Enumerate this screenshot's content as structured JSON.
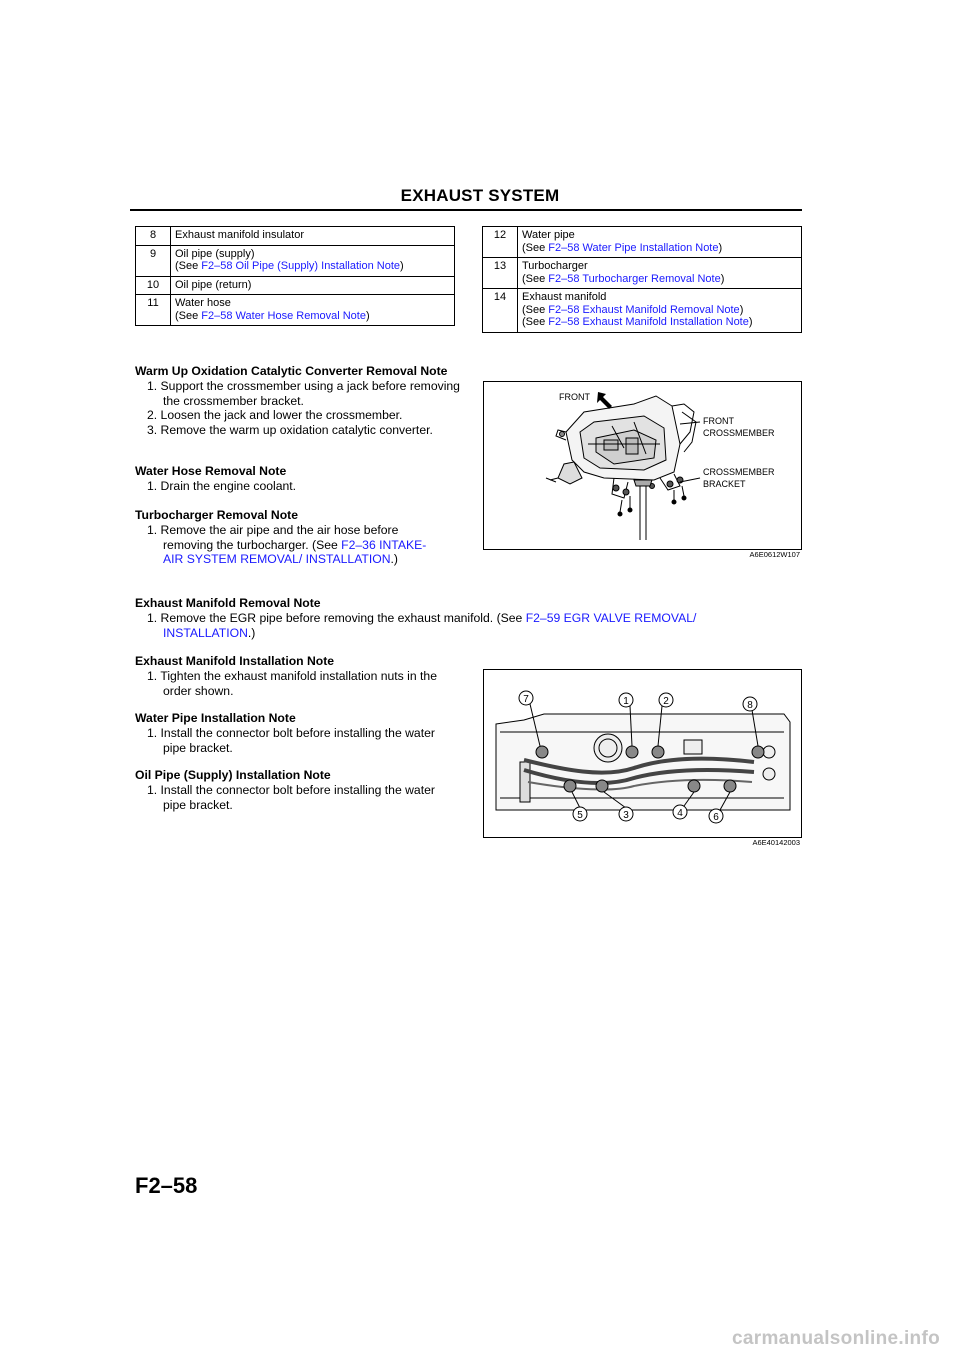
{
  "header": {
    "title": "EXHAUST SYSTEM"
  },
  "parts_left": [
    {
      "num": "8",
      "name": "Exhaust manifold insulator",
      "ref": "",
      "ref2": ""
    },
    {
      "num": "9",
      "name": "Oil pipe (supply)",
      "ref": "F2–58 Oil Pipe (Supply) Installation Note",
      "ref2": ""
    },
    {
      "num": "10",
      "name": "Oil pipe (return)",
      "ref": "",
      "ref2": ""
    },
    {
      "num": "11",
      "name": "Water hose",
      "ref": "F2–58 Water Hose Removal Note",
      "ref2": ""
    }
  ],
  "parts_right": [
    {
      "num": "12",
      "name": "Water pipe",
      "ref": "F2–58 Water Pipe Installation Note",
      "ref2": ""
    },
    {
      "num": "13",
      "name": "Turbocharger",
      "ref": "F2–58 Turbocharger Removal Note",
      "ref2": ""
    },
    {
      "num": "14",
      "name": "Exhaust manifold",
      "ref": "F2–58 Exhaust Manifold Removal Note",
      "ref2": "F2–58 Exhaust Manifold Installation Note"
    }
  ],
  "ref_prefix": "(See ",
  "ref_suffix": ")",
  "sections": {
    "catalytic": {
      "heading": "Warm Up Oxidation Catalytic Converter Removal Note",
      "steps": [
        "1. Support the crossmember using a jack before removing the crossmember bracket.",
        "2. Loosen the jack and lower the crossmember.",
        "3. Remove the warm up oxidation catalytic converter."
      ]
    },
    "water_hose": {
      "heading": "Water Hose Removal Note",
      "steps": [
        "1. Drain the engine coolant."
      ]
    },
    "turbocharger": {
      "heading": "Turbocharger Removal Note",
      "step_text": "1. Remove the air pipe and the air hose before removing the turbocharger. (See ",
      "step_link": "F2–36 INTAKE-AIR SYSTEM REMOVAL/ INSTALLATION",
      "step_end": ".)"
    },
    "manifold_removal": {
      "heading": "Exhaust Manifold Removal Note",
      "step_text": "1. Remove the EGR pipe before removing the exhaust manifold. (See ",
      "step_link": "F2–59 EGR VALVE REMOVAL/ INSTALLATION",
      "step_end": ".)"
    },
    "manifold_install": {
      "heading": "Exhaust Manifold Installation Note",
      "steps": [
        "1. Tighten the exhaust manifold installation nuts in the order shown."
      ]
    },
    "water_pipe": {
      "heading": "Water Pipe Installation Note",
      "steps": [
        "1. Install the connector bolt before installing the water pipe bracket."
      ]
    },
    "oil_pipe": {
      "heading": "Oil Pipe (Supply) Installation Note",
      "steps": [
        "1. Install the connector bolt before installing the water pipe bracket."
      ]
    }
  },
  "figure1": {
    "labels": {
      "front": "FRONT",
      "front_cross_1": "FRONT",
      "front_cross_2": "CROSSMEMBER",
      "bracket_1": "CROSSMEMBER",
      "bracket_2": "BRACKET"
    },
    "code": "A6E0612W107"
  },
  "figure2": {
    "order_labels": [
      "7",
      "1",
      "2",
      "8",
      "5",
      "3",
      "4",
      "6"
    ],
    "code": "A6E40142003"
  },
  "footer": {
    "page_number": "F2–58",
    "watermark": "carmanualsonline.info"
  }
}
